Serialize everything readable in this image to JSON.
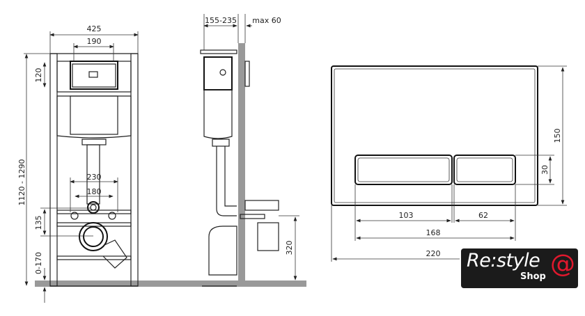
{
  "front_view": {
    "width_total": "425",
    "width_plate": "190",
    "height_plate": "120",
    "height_range": "1120 - 1290",
    "bolt_spacing_outer": "230",
    "bolt_spacing_inner": "180",
    "drain_height": "135",
    "leg_adjust": "0-170"
  },
  "side_view": {
    "depth_range": "155-235",
    "wall_max": "max 60",
    "drain_height": "320"
  },
  "flush_plate": {
    "width": "220",
    "height": "150",
    "button_height": "30",
    "button_total": "168",
    "button_large": "103",
    "button_small": "62"
  },
  "logo": {
    "text": "Re:style",
    "sub": "Shop",
    "accent_color": "#e0182d"
  }
}
